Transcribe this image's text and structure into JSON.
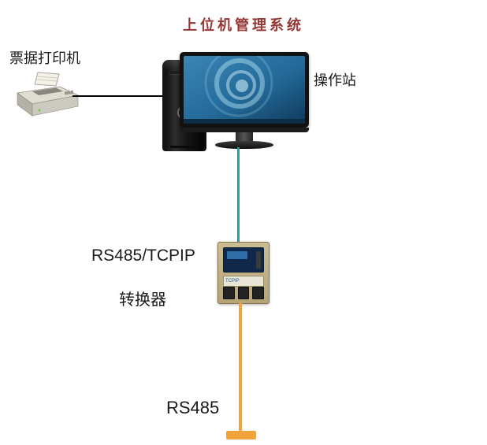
{
  "diagram": {
    "title": "上位机管理系统",
    "nodes": {
      "printer": {
        "label": "票据打印机",
        "type": "dot-matrix-printer"
      },
      "workstation": {
        "label": "操作站",
        "type": "desktop-computer"
      },
      "converter": {
        "label_line1": "RS485/TCPIP",
        "label_line2": "转换器",
        "device_marking": "TCPIP",
        "type": "protocol-converter"
      },
      "bus": {
        "label": "RS485"
      }
    },
    "connections": [
      {
        "from": "printer",
        "to": "workstation",
        "color": "#000000",
        "orientation": "horizontal"
      },
      {
        "from": "workstation",
        "to": "converter",
        "color": "#1fa0a0",
        "orientation": "vertical"
      },
      {
        "from": "converter",
        "to": "bus",
        "color": "#f2a33c",
        "orientation": "vertical"
      }
    ],
    "colors": {
      "title": "#953735",
      "ethernet_line": "#1fa0a0",
      "rs485_line": "#f2a33c",
      "printer_line": "#000000",
      "monitor_screen": "#2d7fae",
      "converter_body": "#c0b084"
    }
  }
}
